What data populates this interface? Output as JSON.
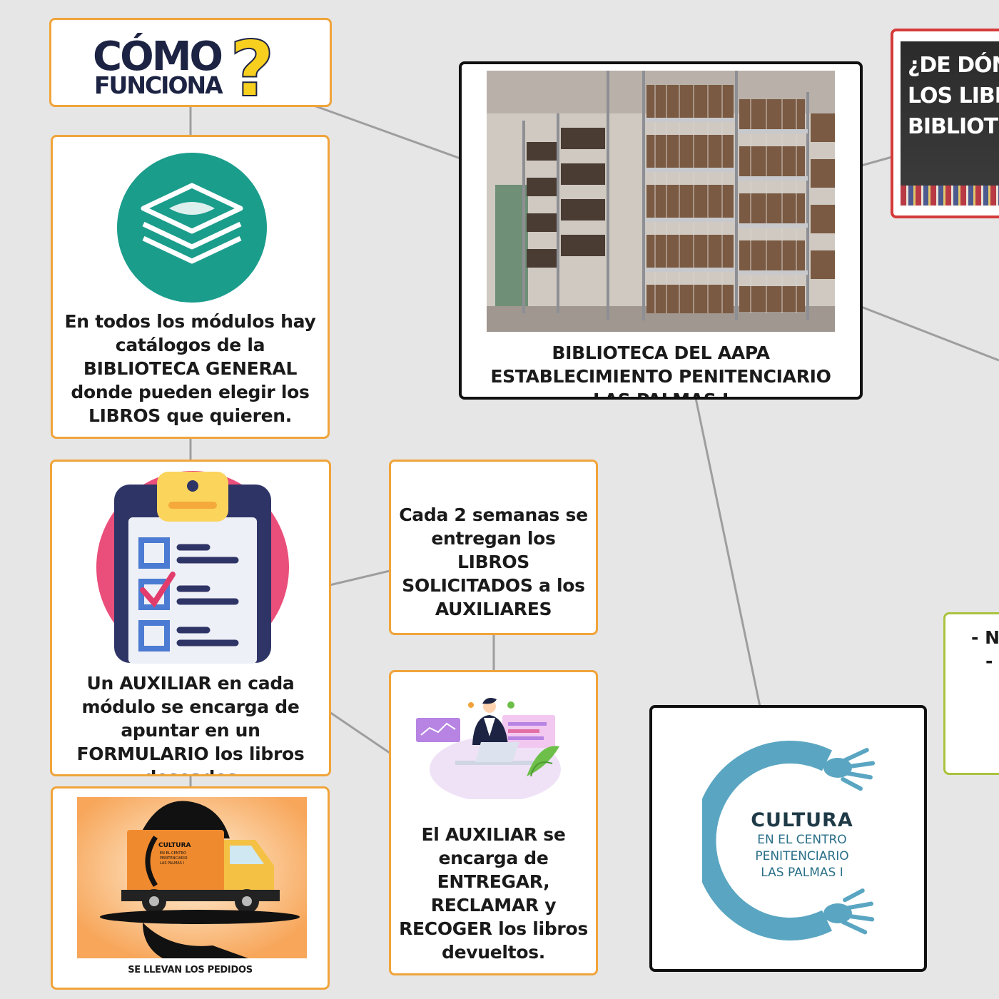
{
  "title_card": {
    "line1": "CÓMO",
    "line2": "FUNCIONA",
    "mark": "?"
  },
  "library_card": {
    "caption": "BIBLIOTECA DEL AAPA ESTABLECIMIENTO PENITENCIARIO LAS PALMAS I"
  },
  "question_card": {
    "lines": [
      "¿DE DÓND",
      "LOS LIBRO",
      "BIBLIOTEC"
    ]
  },
  "catalog_card": {
    "text": "En todos los módulos hay catálogos de la BIBLIOTECA GENERAL donde pueden elegir los LIBROS que quieren."
  },
  "form_card": {
    "text": "Un AUXILIAR en cada módulo se encarga de apuntar en un FORMULARIO los libros deseados"
  },
  "delivery_card": {
    "text": "Cada 2 semanas se entregan los LIBROS SOLICITADOS a los AUXILIARES"
  },
  "auxiliar_card": {
    "text": "El AUXILIAR se encarga de ENTREGAR, RECLAMAR y RECOGER los libros devueltos."
  },
  "truck_card": {
    "caption": "SE LLEVAN LOS PEDIDOS",
    "logo_lines": [
      "CULTURA",
      "EN EL CENTRO",
      "PENITENCIARIO",
      "LAS PALMAS I"
    ]
  },
  "cultura_card": {
    "lines": [
      "CULTURA",
      "EN EL CENTRO",
      "PENITENCIARIO",
      "LAS PALMAS I"
    ]
  },
  "side_card": {
    "lines": [
      "- N",
      "-"
    ]
  },
  "colors": {
    "orange_border": "#f0a43a",
    "black_border": "#111111",
    "red_border": "#d63a3a",
    "green_border": "#a9c33c",
    "teal_circle": "#1b9d8c",
    "cultura_blue": "#5aa6c2",
    "title_navy": "#1c2343",
    "title_yellow": "#f6cf1f",
    "link_gray": "#9e9e9e"
  },
  "icons": [
    "stack-icon",
    "clipboard-checklist-icon",
    "person-laptop-illustration",
    "delivery-truck-illustration",
    "bookshelf-photo",
    "cultura-logo"
  ]
}
